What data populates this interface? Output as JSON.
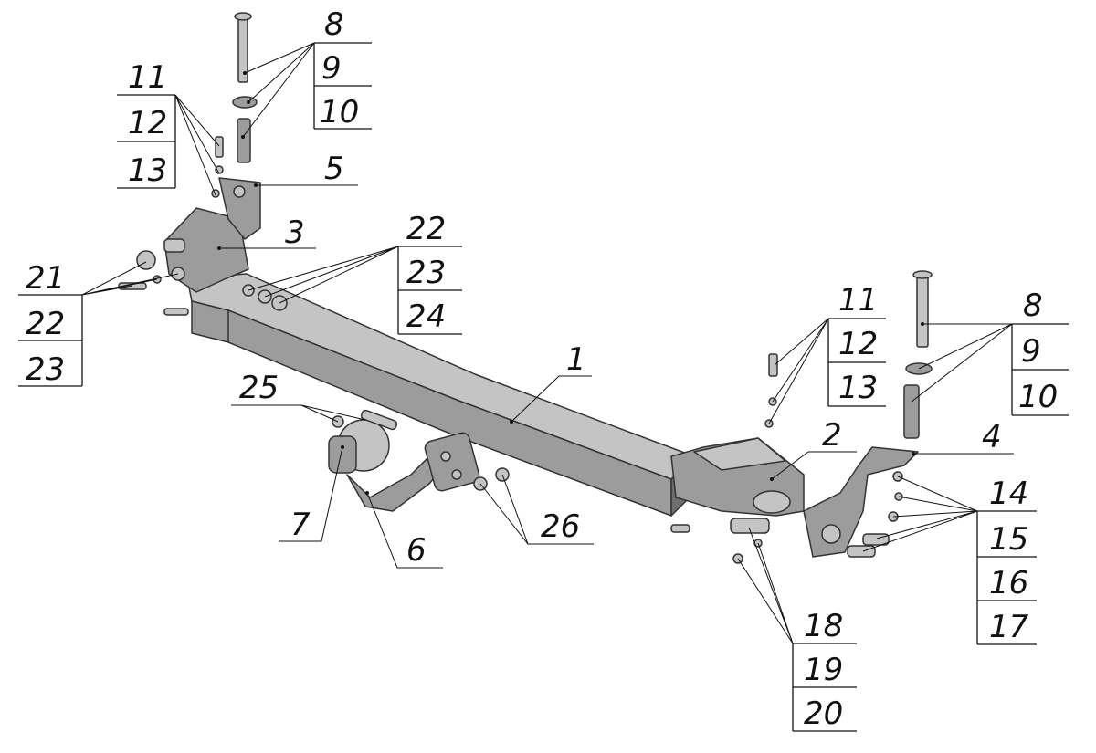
{
  "labels": {
    "c1": "1",
    "c2": "2",
    "c3": "3",
    "c4": "4",
    "c5": "5",
    "c6": "6",
    "c7": "7",
    "tl_8": "8",
    "tl_9": "9",
    "tl_10": "10",
    "tl_11": "11",
    "tl_12": "12",
    "tl_13": "13",
    "ml_22": "22",
    "ml_23": "23",
    "ml_24": "24",
    "l_21": "21",
    "l_22": "22",
    "l_23": "23",
    "r_11": "11",
    "r_12": "12",
    "r_13": "13",
    "r_8": "8",
    "r_9": "9",
    "r_10": "10",
    "r_14": "14",
    "r_15": "15",
    "r_16": "16",
    "r_17": "17",
    "b_18": "18",
    "b_19": "19",
    "b_20": "20",
    "c25": "25",
    "c26": "26"
  },
  "colors": {
    "line": "#111111",
    "metal": "#9c9c9c",
    "metal_light": "#c4c4c4",
    "metal_dark": "#6e6e6e"
  }
}
